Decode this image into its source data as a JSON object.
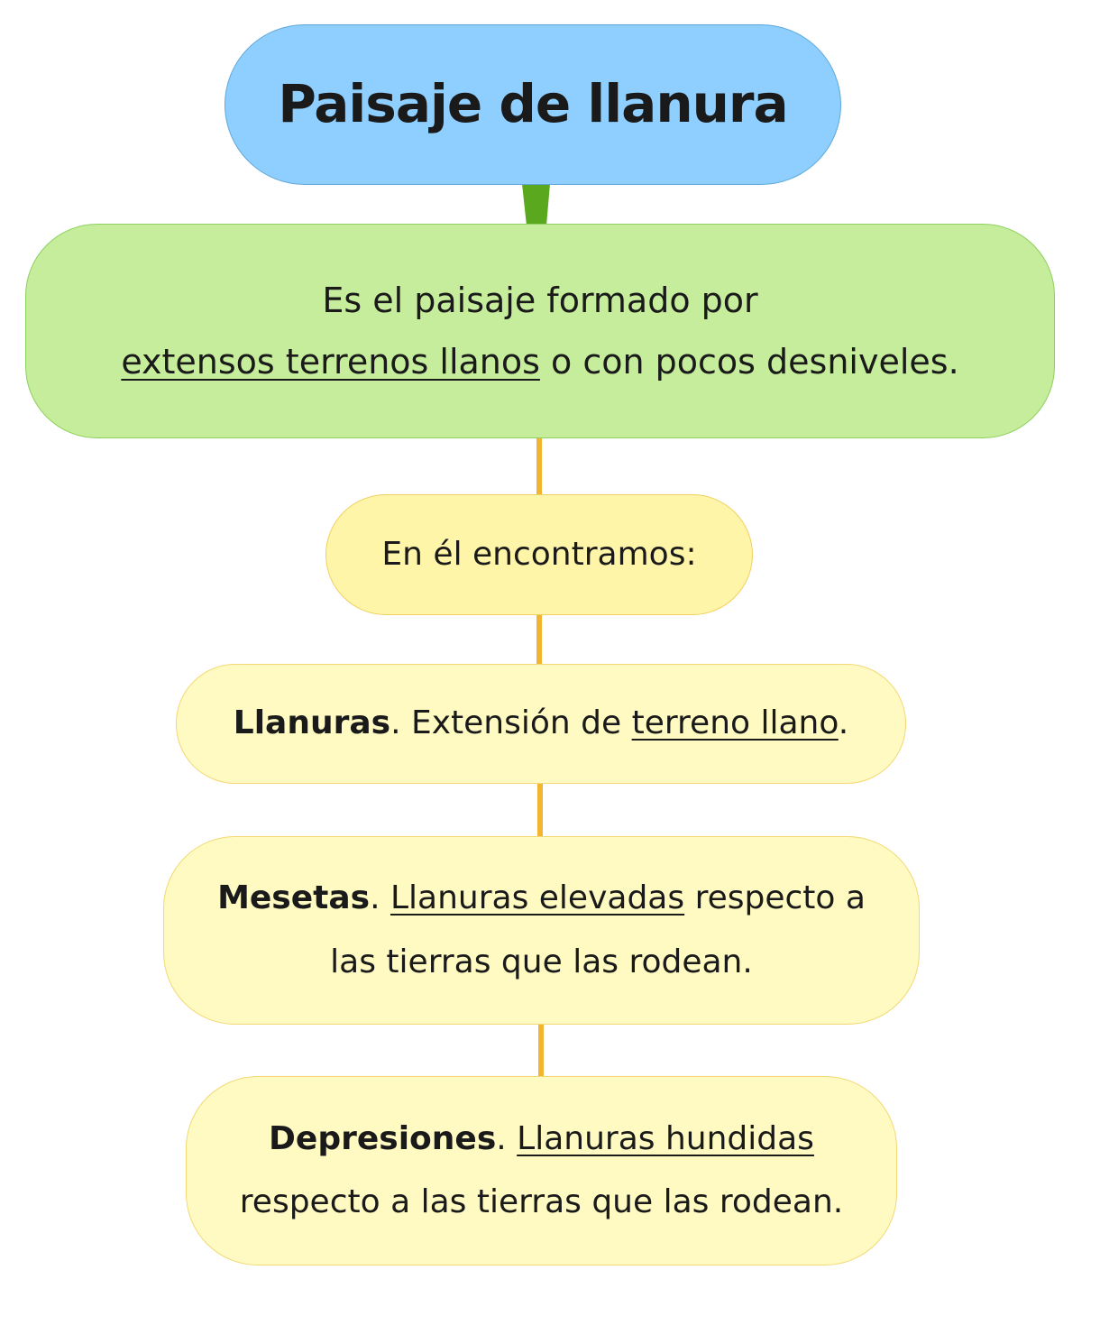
{
  "root": {
    "title": "Paisaje de llanura",
    "color": "#8ecfff"
  },
  "definition": {
    "line1": "Es el paisaje formado por",
    "line2_underlined": "extensos terrenos llanos",
    "line2_rest": " o con pocos desniveles.",
    "color": "#c5ed9b"
  },
  "intro": {
    "text": "En él encontramos:",
    "color": "#fff5a8"
  },
  "items": [
    {
      "term": "Llanuras",
      "sep": ". Extensión de ",
      "underlined": "terreno llano",
      "end": "."
    },
    {
      "term": "Mesetas",
      "sep": ". ",
      "underlined": "Llanuras elevadas",
      "end": " respecto a",
      "line2": "las tierras que las rodean."
    },
    {
      "term": "Depresiones",
      "sep": ". ",
      "underlined": "Llanuras hundidas",
      "line2": "respecto a las tierras que las rodean."
    }
  ],
  "colors": {
    "item_fill": "#fffac2",
    "root_connector": "#5aa81e",
    "connector": "#f2b431"
  }
}
